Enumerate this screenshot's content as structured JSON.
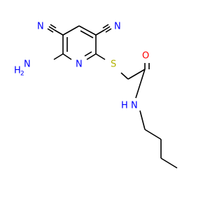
{
  "atoms": {
    "nitrile_n_left": "N",
    "nitrile_n_right": "N",
    "amine_h": "H",
    "amine_n": "N",
    "amine_sub": "2",
    "ring_n": "N",
    "sulfur": "S",
    "oxygen": "O",
    "amide_n": "N",
    "amide_h": "H"
  },
  "colors": {
    "carbon_bond": "#000000",
    "nitrogen": "#0000ff",
    "sulfur": "#b2b200",
    "oxygen": "#ff0000"
  }
}
